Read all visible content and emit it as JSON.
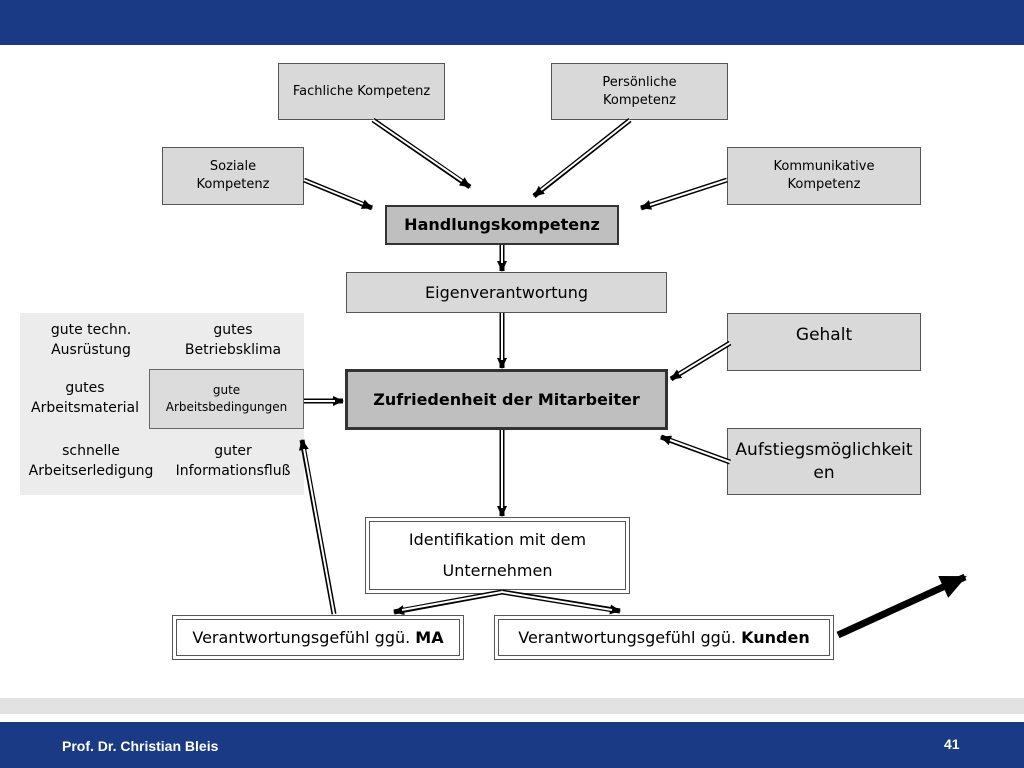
{
  "slide": {
    "author": "Prof. Dr. Christian Bleis",
    "page_number": "41"
  },
  "competences": {
    "fachlich": "Fachliche Kompetenz",
    "persoenlich_1": "Persönliche",
    "persoenlich_2": "Kompetenz",
    "sozial_1": "Soziale",
    "sozial_2": "Kompetenz",
    "kommunikativ_1": "Kommunikative",
    "kommunikativ_2": "Kompetenz"
  },
  "center": {
    "handlungskompetenz": "Handlungskompetenz",
    "eigenverantwortung": "Eigenverantwortung",
    "zufriedenheit": "Zufriedenheit der Mitarbeiter",
    "identifikation_1": "Identifikation mit dem",
    "identifikation_2": "Unternehmen"
  },
  "right": {
    "gehalt": "Gehalt",
    "aufstieg_1": "Aufstiegsmöglichkeit",
    "aufstieg_2": "en"
  },
  "conditions": {
    "c1_1": "gute techn.",
    "c1_2": "Ausrüstung",
    "c2_1": "gutes",
    "c2_2": "Betriebsklima",
    "c3_1": "gutes",
    "c3_2": "Arbeitsmaterial",
    "c4_1": "gute",
    "c4_2": "Arbeitsbedingungen",
    "c5_1": "schnelle",
    "c5_2": "Arbeitserledigung",
    "c6_1": "guter",
    "c6_2": "Informationsfluß"
  },
  "bottom": {
    "ma_prefix": "Verantwortungsgefühl ggü. ",
    "ma_bold": "MA",
    "kunden_prefix": "Verantwortungsgefühl ggü. ",
    "kunden_bold": "Kunden"
  }
}
